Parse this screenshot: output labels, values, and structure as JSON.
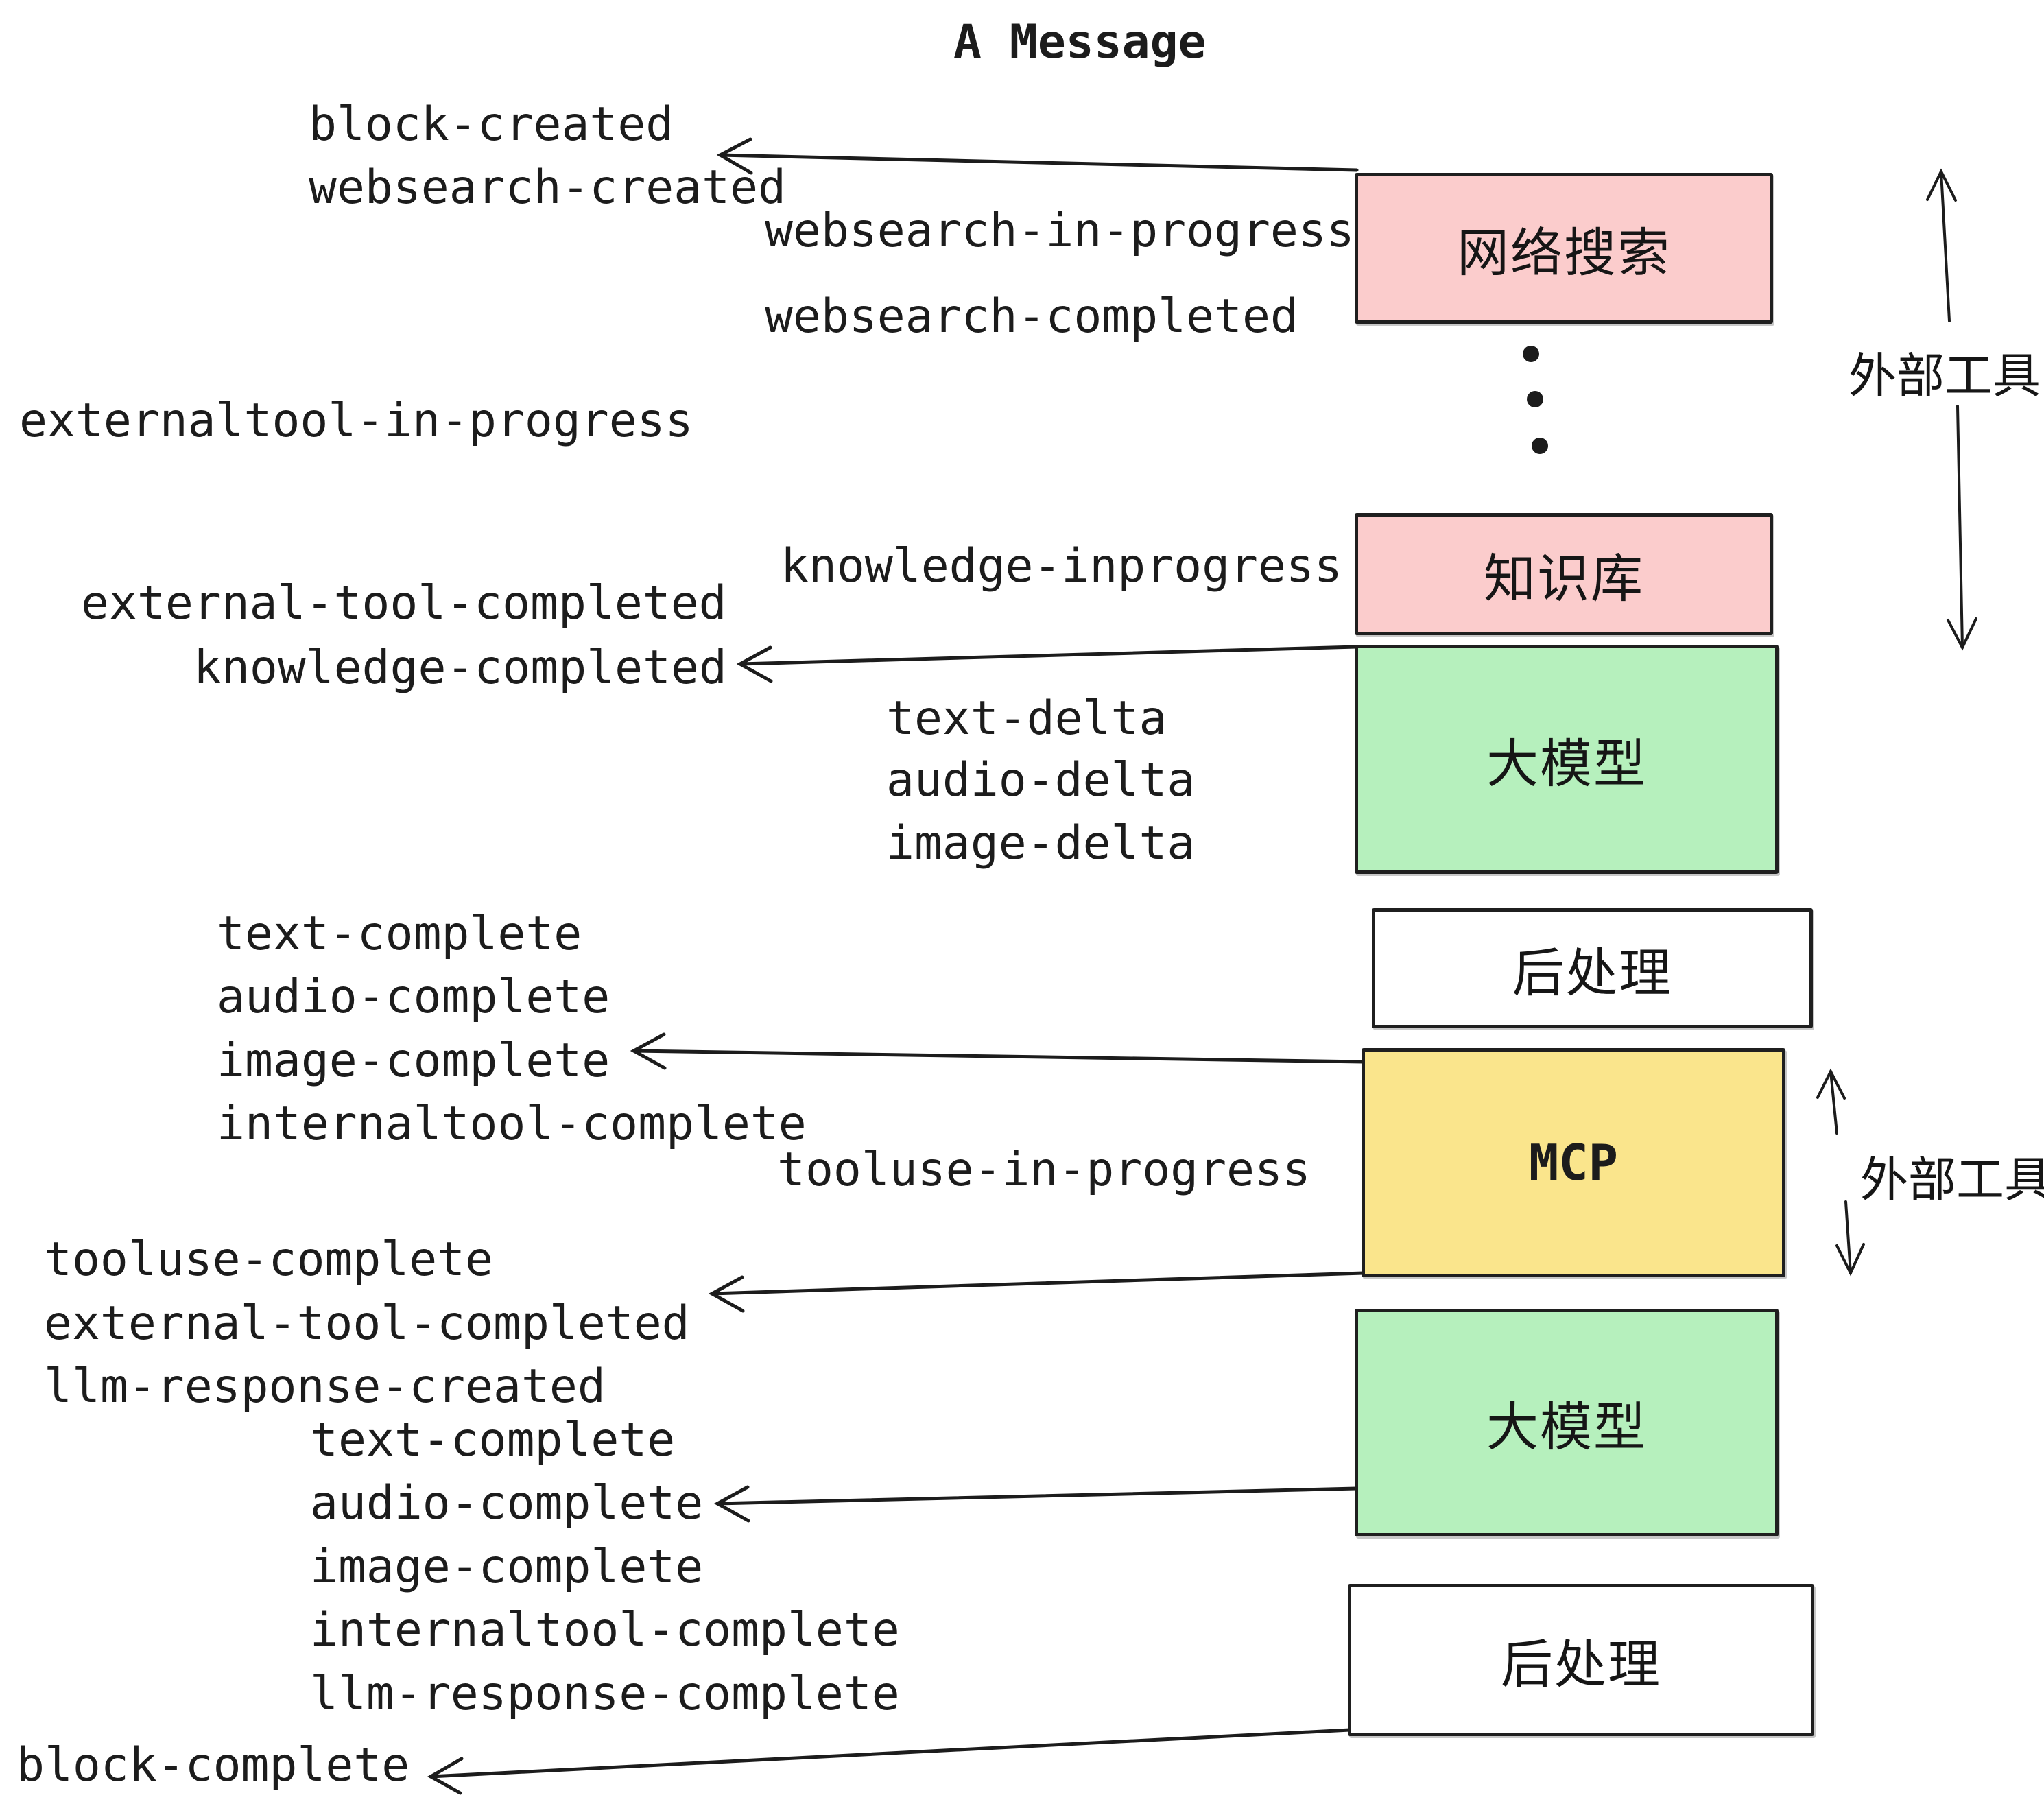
{
  "diagram": {
    "title": "A Message"
  },
  "colors": {
    "pink": "#fbcccc",
    "green": "#b6f0bd",
    "yellow": "#fae58c",
    "white": "#ffffff",
    "ink": "#1c1c1c"
  },
  "boxes": [
    {
      "id": "web-search",
      "label": "网络搜索",
      "color": "pink"
    },
    {
      "id": "knowledge-base",
      "label": "知识库",
      "color": "pink"
    },
    {
      "id": "llm-1",
      "label": "大模型",
      "color": "green"
    },
    {
      "id": "post-process-1",
      "label": "后处理",
      "color": "white"
    },
    {
      "id": "mcp",
      "label": "MCP",
      "color": "yellow"
    },
    {
      "id": "llm-2",
      "label": "大模型",
      "color": "green"
    },
    {
      "id": "post-process-2",
      "label": "后处理",
      "color": "white"
    }
  ],
  "side_labels": [
    {
      "label": "外部工具"
    },
    {
      "label": "外部工具"
    }
  ],
  "events": [
    {
      "label": "block-created"
    },
    {
      "label": "websearch-created"
    },
    {
      "label": "websearch-in-progress"
    },
    {
      "label": "websearch-completed"
    },
    {
      "label": "externaltool-in-progress"
    },
    {
      "label": "knowledge-inprogress"
    },
    {
      "label": "external-tool-completed"
    },
    {
      "label": "knowledge-completed"
    },
    {
      "label": "text-delta"
    },
    {
      "label": "audio-delta"
    },
    {
      "label": "image-delta"
    },
    {
      "label": "text-complete"
    },
    {
      "label": "audio-complete"
    },
    {
      "label": "image-complete"
    },
    {
      "label": "internaltool-complete"
    },
    {
      "label": "tooluse-in-progress"
    },
    {
      "label": "tooluse-complete"
    },
    {
      "label": "external-tool-completed"
    },
    {
      "label": "llm-response-created"
    },
    {
      "label": "text-complete"
    },
    {
      "label": "audio-complete"
    },
    {
      "label": "image-complete"
    },
    {
      "label": "internaltool-complete"
    },
    {
      "label": "llm-response-complete"
    },
    {
      "label": "block-complete"
    }
  ]
}
